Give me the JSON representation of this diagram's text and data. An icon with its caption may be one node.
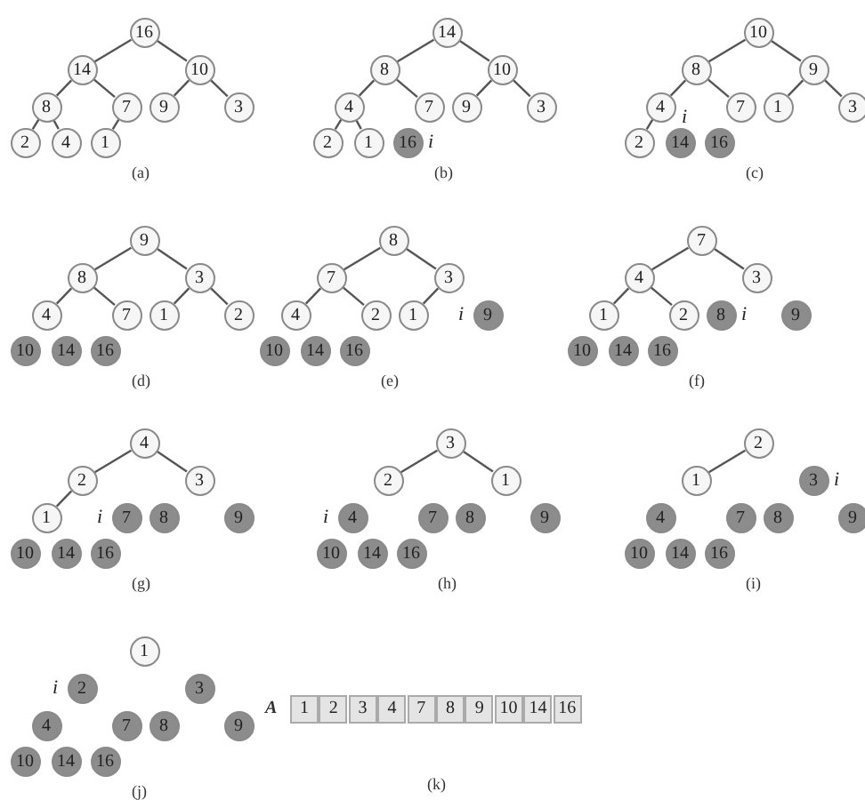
{
  "diagram": {
    "nodes": [
      {
        "text": [
          "16"
        ]
      },
      {
        "text": [
          "14"
        ]
      },
      {
        "text": [
          "10"
        ]
      },
      {
        "text": [
          "8"
        ]
      },
      {
        "text": [
          "7"
        ]
      },
      {
        "text": [
          "9"
        ]
      },
      {
        "text": [
          "3"
        ]
      },
      {
        "text": [
          "2"
        ]
      },
      {
        "text": [
          "4"
        ]
      },
      {
        "text": [
          "1"
        ]
      },
      {
        "text": [
          "14"
        ]
      },
      {
        "text": [
          "8"
        ]
      },
      {
        "text": [
          "10"
        ]
      },
      {
        "text": [
          "4"
        ]
      },
      {
        "text": [
          "7"
        ]
      },
      {
        "text": [
          "9"
        ]
      },
      {
        "text": [
          "3"
        ]
      },
      {
        "text": [
          "2"
        ]
      },
      {
        "text": [
          "1"
        ]
      },
      {
        "text": [
          "16"
        ],
        "beside": [
          "i"
        ]
      },
      {
        "text": [
          "10"
        ]
      },
      {
        "text": [
          "8"
        ]
      },
      {
        "text": [
          "9"
        ]
      },
      {
        "text": [
          "4"
        ]
      },
      {
        "text": [
          "7"
        ]
      },
      {
        "text": [
          "1"
        ]
      },
      {
        "text": [
          "3"
        ]
      },
      {
        "text": [
          "2"
        ]
      },
      {
        "text": [
          "14"
        ],
        "beside": [
          "i"
        ]
      },
      {
        "text": [
          "16"
        ]
      },
      {
        "text": [
          "9"
        ]
      },
      {
        "text": [
          "8"
        ]
      },
      {
        "text": [
          "3"
        ]
      },
      {
        "text": [
          "4"
        ]
      },
      {
        "text": [
          "7"
        ]
      },
      {
        "text": [
          "1"
        ]
      },
      {
        "text": [
          "2"
        ]
      },
      {
        "text": [
          "10"
        ]
      },
      {
        "text": [
          "14"
        ]
      },
      {
        "text": [
          "16"
        ]
      },
      {
        "text": [
          "8"
        ]
      },
      {
        "text": [
          "7"
        ]
      },
      {
        "text": [
          "3"
        ]
      },
      {
        "text": [
          "4"
        ]
      },
      {
        "text": [
          "2"
        ]
      },
      {
        "text": [
          "1"
        ]
      },
      {
        "text": [
          "9"
        ],
        "beside": [
          "i"
        ]
      },
      {
        "text": [
          "10"
        ]
      },
      {
        "text": [
          "14"
        ]
      },
      {
        "text": [
          "16"
        ]
      },
      {
        "text": [
          "7"
        ]
      },
      {
        "text": [
          "4"
        ]
      },
      {
        "text": [
          "3"
        ]
      },
      {
        "text": [
          "1"
        ]
      },
      {
        "text": [
          "2"
        ]
      },
      {
        "text": [
          "8"
        ],
        "beside": [
          "i"
        ]
      },
      {
        "text": [
          "9"
        ]
      },
      {
        "text": [
          "10"
        ]
      },
      {
        "text": [
          "14"
        ]
      },
      {
        "text": [
          "16"
        ]
      },
      {
        "text": [
          "4"
        ]
      },
      {
        "text": [
          "2"
        ]
      },
      {
        "text": [
          "3"
        ]
      },
      {
        "text": [
          "1"
        ]
      },
      {
        "text": [
          "7"
        ],
        "beside": [
          "i"
        ]
      },
      {
        "text": [
          "8"
        ]
      },
      {
        "text": [
          "9"
        ]
      },
      {
        "text": [
          "10"
        ]
      },
      {
        "text": [
          "14"
        ]
      },
      {
        "text": [
          "16"
        ]
      },
      {
        "text": [
          "3"
        ]
      },
      {
        "text": [
          "2"
        ]
      },
      {
        "text": [
          "1"
        ]
      },
      {
        "text": [
          "4"
        ],
        "beside": [
          "i"
        ]
      },
      {
        "text": [
          "7"
        ]
      },
      {
        "text": [
          "8"
        ]
      },
      {
        "text": [
          "9"
        ]
      },
      {
        "text": [
          "10"
        ]
      },
      {
        "text": [
          "14"
        ]
      },
      {
        "text": [
          "16"
        ]
      },
      {
        "text": [
          "2"
        ]
      },
      {
        "text": [
          "1"
        ]
      },
      {
        "text": [
          "3"
        ],
        "beside": [
          "i"
        ]
      },
      {
        "text": [
          "4"
        ]
      },
      {
        "text": [
          "7"
        ]
      },
      {
        "text": [
          "8"
        ]
      },
      {
        "text": [
          "9"
        ]
      },
      {
        "text": [
          "10"
        ]
      },
      {
        "text": [
          "14"
        ]
      },
      {
        "text": [
          "16"
        ]
      },
      {
        "text": [
          "1"
        ]
      },
      {
        "text": [
          "2"
        ],
        "beside": [
          "i"
        ]
      },
      {
        "text": [
          "3"
        ]
      },
      {
        "text": [
          "4"
        ]
      },
      {
        "text": [
          "7"
        ]
      },
      {
        "text": [
          "8"
        ]
      },
      {
        "text": [
          "9"
        ]
      },
      {
        "text": [
          "10"
        ]
      },
      {
        "text": [
          "14"
        ]
      },
      {
        "text": [
          "16"
        ]
      }
    ],
    "edges": [
      {
        "from": 0,
        "to": 1,
        "arrow": "none"
      },
      {
        "from": 0,
        "to": 2,
        "arrow": "none"
      },
      {
        "from": 1,
        "to": 3,
        "arrow": "none"
      },
      {
        "from": 1,
        "to": 4,
        "arrow": "none"
      },
      {
        "from": 2,
        "to": 5,
        "arrow": "none"
      },
      {
        "from": 2,
        "to": 6,
        "arrow": "none"
      },
      {
        "from": 3,
        "to": 7,
        "arrow": "none"
      },
      {
        "from": 3,
        "to": 8,
        "arrow": "none"
      },
      {
        "from": 4,
        "to": 9,
        "arrow": "none"
      },
      {
        "from": 10,
        "to": 11,
        "arrow": "none"
      },
      {
        "from": 10,
        "to": 12,
        "arrow": "none"
      },
      {
        "from": 11,
        "to": 13,
        "arrow": "none"
      },
      {
        "from": 11,
        "to": 14,
        "arrow": "none"
      },
      {
        "from": 12,
        "to": 15,
        "arrow": "none"
      },
      {
        "from": 12,
        "to": 16,
        "arrow": "none"
      },
      {
        "from": 13,
        "to": 17,
        "arrow": "none"
      },
      {
        "from": 13,
        "to": 18,
        "arrow": "none"
      },
      {
        "from": 20,
        "to": 21,
        "arrow": "none"
      },
      {
        "from": 20,
        "to": 22,
        "arrow": "none"
      },
      {
        "from": 21,
        "to": 23,
        "arrow": "none"
      },
      {
        "from": 21,
        "to": 24,
        "arrow": "none"
      },
      {
        "from": 22,
        "to": 25,
        "arrow": "none"
      },
      {
        "from": 22,
        "to": 26,
        "arrow": "none"
      },
      {
        "from": 23,
        "to": 27,
        "arrow": "none"
      },
      {
        "from": 30,
        "to": 31,
        "arrow": "none"
      },
      {
        "from": 30,
        "to": 32,
        "arrow": "none"
      },
      {
        "from": 31,
        "to": 33,
        "arrow": "none"
      },
      {
        "from": 31,
        "to": 34,
        "arrow": "none"
      },
      {
        "from": 32,
        "to": 35,
        "arrow": "none"
      },
      {
        "from": 32,
        "to": 36,
        "arrow": "none"
      },
      {
        "from": 40,
        "to": 41,
        "arrow": "none"
      },
      {
        "from": 40,
        "to": 42,
        "arrow": "none"
      },
      {
        "from": 41,
        "to": 43,
        "arrow": "none"
      },
      {
        "from": 41,
        "to": 44,
        "arrow": "none"
      },
      {
        "from": 42,
        "to": 45,
        "arrow": "none"
      },
      {
        "from": 50,
        "to": 51,
        "arrow": "none"
      },
      {
        "from": 50,
        "to": 52,
        "arrow": "none"
      },
      {
        "from": 51,
        "to": 53,
        "arrow": "none"
      },
      {
        "from": 51,
        "to": 54,
        "arrow": "none"
      },
      {
        "from": 60,
        "to": 61,
        "arrow": "none"
      },
      {
        "from": 60,
        "to": 62,
        "arrow": "none"
      },
      {
        "from": 61,
        "to": 63,
        "arrow": "none"
      },
      {
        "from": 70,
        "to": 71,
        "arrow": "none"
      },
      {
        "from": 70,
        "to": 72,
        "arrow": "none"
      },
      {
        "from": 80,
        "to": 81,
        "arrow": "none"
      }
    ],
    "labels": [
      "(a)",
      "(b)",
      "(c)",
      "(d)",
      "(e)",
      "(f)",
      "(g)",
      "(h)",
      "(i)",
      "(j)",
      "A",
      "1",
      "2",
      "3",
      "4",
      "7",
      "8",
      "9",
      "10",
      "14",
      "16",
      "(k)"
    ]
  }
}
